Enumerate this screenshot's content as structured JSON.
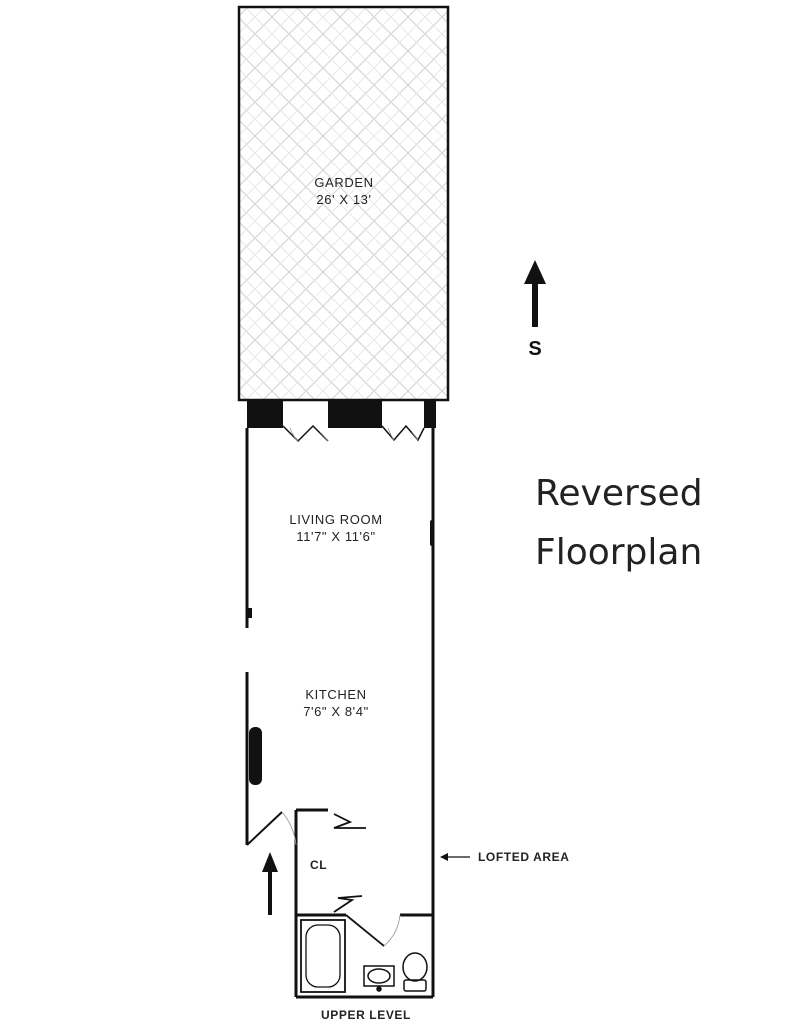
{
  "rooms": {
    "garden": {
      "name": "GARDEN",
      "size": "26' X 13'"
    },
    "living_room": {
      "name": "LIVING ROOM",
      "size": "11'7\" X 11'6\""
    },
    "kitchen": {
      "name": "KITCHEN",
      "size": "7'6\" X 8'4\""
    },
    "closet": {
      "name": "CL"
    }
  },
  "compass": {
    "label": "S"
  },
  "notes": {
    "reversed_line1": "Reversed",
    "reversed_line2": "Floorplan",
    "lofted_area": "LOFTED AREA",
    "upper_level": "UPPER LEVEL"
  },
  "colors": {
    "wall": "#111111",
    "garden_pattern": "#d9d9d9"
  }
}
